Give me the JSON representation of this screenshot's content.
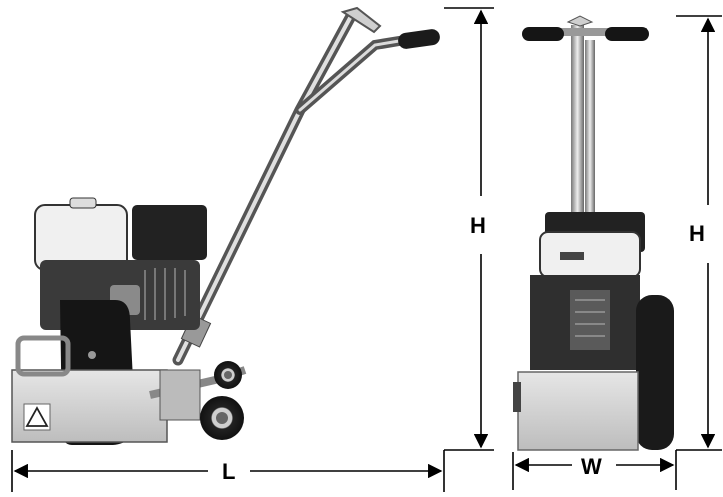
{
  "dimensions": {
    "length_label": "L",
    "height_label_side": "H",
    "height_label_front": "H",
    "width_label": "W"
  },
  "colors": {
    "line": "#000000",
    "metal_light": "#d9d9d9",
    "metal_mid": "#a9a9a9",
    "engine_dark": "#2a2a2a",
    "cover_white": "#f2f2f2"
  },
  "icons": {
    "warning_sticker": "warning-triangle-icon"
  }
}
